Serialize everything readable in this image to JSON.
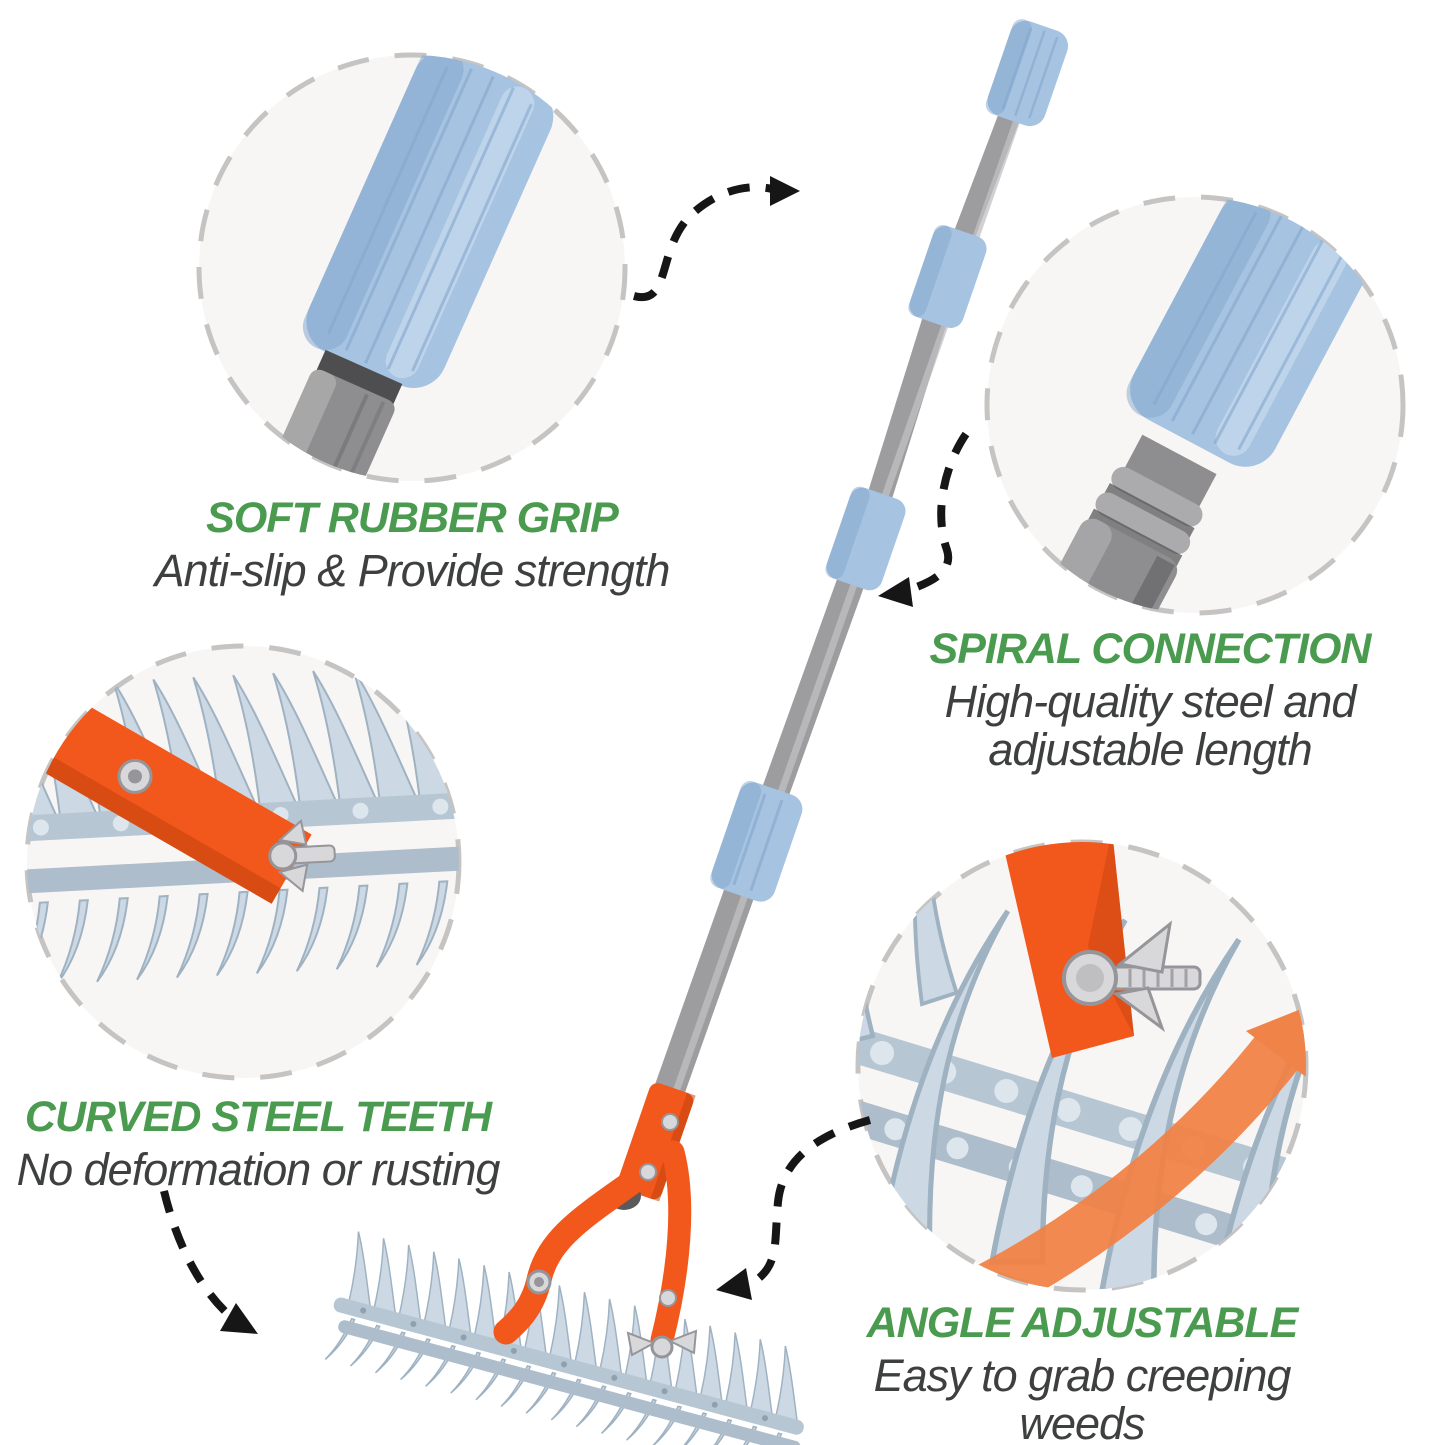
{
  "features": [
    {
      "id": "soft-rubber-grip",
      "title": "SOFT RUBBER GRIP",
      "subtitle": "Anti-slip & Provide strength"
    },
    {
      "id": "spiral-connection",
      "title": "SPIRAL CONNECTION",
      "subtitle": "High-quality steel and adjustable length"
    },
    {
      "id": "curved-steel-teeth",
      "title": "CURVED STEEL TEETH",
      "subtitle": "No deformation or rusting"
    },
    {
      "id": "angle-adjustable",
      "title": "ANGLE ADJUSTABLE",
      "subtitle": "Easy to grab creeping weeds"
    }
  ],
  "colors": {
    "green": "#4a9b4f",
    "ink": "#3e3f3f",
    "blue": "#a6c3e1",
    "blueDark": "#84a7ce",
    "blueLight": "#c6daee",
    "poleGray": "#9d9da0",
    "poleLight": "#c2c2c5",
    "ferrule": "#8e8e90",
    "ferruleDark": "#4e4e50",
    "ferruleLight": "#ababad",
    "orange": "#f2571c",
    "orangeDark": "#c2440f",
    "orangeArrow": "#f08347",
    "steel": "#ccd9e4",
    "steelEdge": "#9fb2c2",
    "rod": "#b7c6d3",
    "rodDark": "#aebdcb",
    "rodBump": "#dde6ed",
    "silver": "#d8d8da",
    "silverEdge": "#95959a",
    "arrow": "#161616",
    "circleBg": "#f8f6f5",
    "circleDash": "#c6c4c2"
  }
}
